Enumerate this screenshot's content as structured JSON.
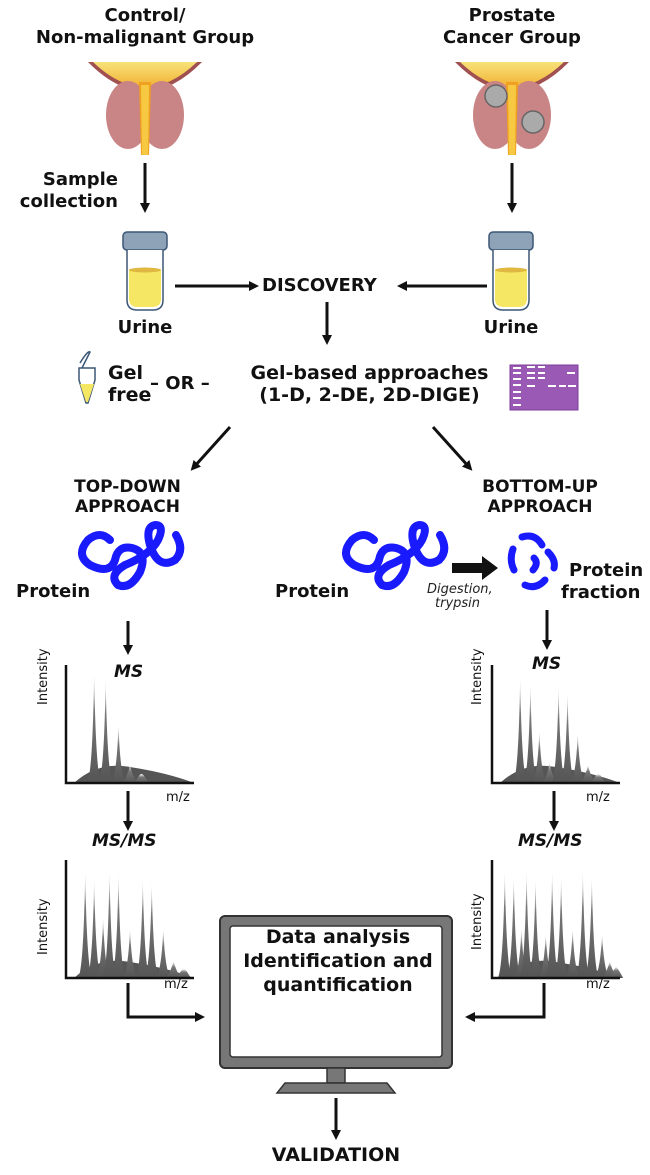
{
  "groups": {
    "control": {
      "title_line1": "Control/",
      "title_line2": "Non-malignant Group"
    },
    "cancer": {
      "title_line1": "Prostate",
      "title_line2": "Cancer Group"
    }
  },
  "sample_collection": {
    "line1": "Sample",
    "line2": "collection"
  },
  "urine_left": "Urine",
  "urine_right": "Urine",
  "discovery": "DISCOVERY",
  "separation": {
    "gel_free_line1": "Gel",
    "gel_free_line2": "free",
    "or": "– OR –",
    "gel_based_line1": "Gel-based approaches",
    "gel_based_line2": "(1-D, 2-DE, 2D-DIGE)"
  },
  "top_down": {
    "title_line1": "TOP-DOWN",
    "title_line2": "APPROACH",
    "protein": "Protein",
    "ms": "MS",
    "msms": "MS/MS"
  },
  "bottom_up": {
    "title_line1": "BOTTOM-UP",
    "title_line2": "APPROACH",
    "protein": "Protein",
    "digestion_line1": "Digestion,",
    "digestion_line2": "trypsin",
    "fraction_line1": "Protein",
    "fraction_line2": "fraction",
    "ms": "MS",
    "msms": "MS/MS"
  },
  "spectrum_axes": {
    "y": "Intensity",
    "x": "m/z"
  },
  "data_analysis": {
    "line1": "Data analysis",
    "line2": "Identification and",
    "line3": "quantification"
  },
  "validation": "VALIDATION",
  "colors": {
    "protein_blue": "#1a1aff",
    "gel_purple": "#9b59b6",
    "urine_yellow": "#f5e663",
    "spectrum_gray": "#555555",
    "monitor_gray": "#777777",
    "prostate_pink": "#c98585"
  }
}
